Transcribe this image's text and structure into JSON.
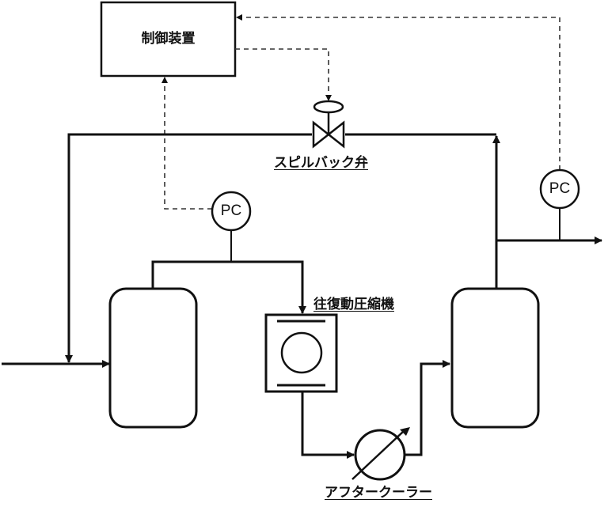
{
  "diagram": {
    "title": "Reciprocating compressor spillback control flow",
    "labels": {
      "controller": "制御装置",
      "spillback_valve": "スピルバック弁",
      "compressor": "往復動圧縮機",
      "aftercooler": "アフタークーラー",
      "pc_suction": "PC",
      "pc_discharge": "PC"
    },
    "nodes": [
      {
        "id": "controller",
        "type": "control-unit",
        "label": "制御装置"
      },
      {
        "id": "spillback_valve",
        "type": "control-valve",
        "label": "スピルバック弁"
      },
      {
        "id": "pc_suction",
        "type": "pressure-controller",
        "label": "PC"
      },
      {
        "id": "pc_discharge",
        "type": "pressure-controller",
        "label": "PC"
      },
      {
        "id": "suction_drum",
        "type": "vessel",
        "label": ""
      },
      {
        "id": "compressor",
        "type": "reciprocating-compressor",
        "label": "往復動圧縮機"
      },
      {
        "id": "aftercooler",
        "type": "heat-exchanger",
        "label": "アフタークーラー"
      },
      {
        "id": "discharge_drum",
        "type": "vessel",
        "label": ""
      }
    ],
    "edges": [
      {
        "from": "inlet",
        "to": "suction_drum",
        "style": "process"
      },
      {
        "from": "suction_drum",
        "to": "compressor",
        "style": "process"
      },
      {
        "from": "compressor",
        "to": "aftercooler",
        "style": "process"
      },
      {
        "from": "aftercooler",
        "to": "discharge_drum",
        "style": "process"
      },
      {
        "from": "discharge_drum",
        "to": "outlet",
        "style": "process"
      },
      {
        "from": "discharge_drum",
        "to": "spillback_valve",
        "style": "process"
      },
      {
        "from": "spillback_valve",
        "to": "suction_drum",
        "style": "process"
      },
      {
        "from": "pc_suction",
        "to": "controller",
        "style": "signal"
      },
      {
        "from": "pc_discharge",
        "to": "controller",
        "style": "signal"
      },
      {
        "from": "controller",
        "to": "spillback_valve",
        "style": "signal"
      }
    ]
  }
}
